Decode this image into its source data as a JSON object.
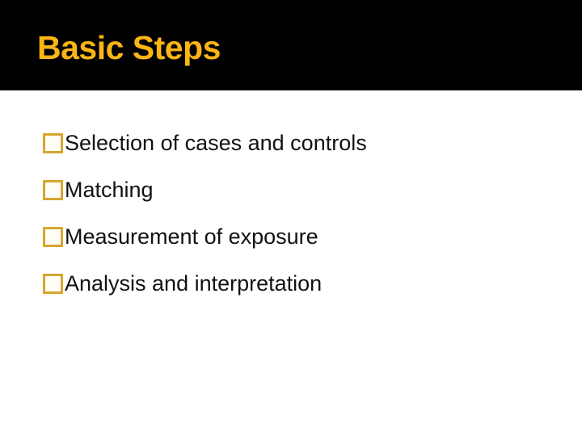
{
  "slide": {
    "title": "Basic Steps",
    "bullets": [
      {
        "text": "Selection of cases and controls"
      },
      {
        "text": "Matching"
      },
      {
        "text": "Measurement of exposure"
      },
      {
        "text": "Analysis and interpretation"
      }
    ]
  },
  "icons": {
    "bullet": "square-outline-bullet"
  },
  "colors": {
    "header_bg": "#000000",
    "title_gold": "#FBB515",
    "bullet_gold": "#D6A62E",
    "body_bg": "#FFFFFF",
    "body_text": "#121212"
  }
}
